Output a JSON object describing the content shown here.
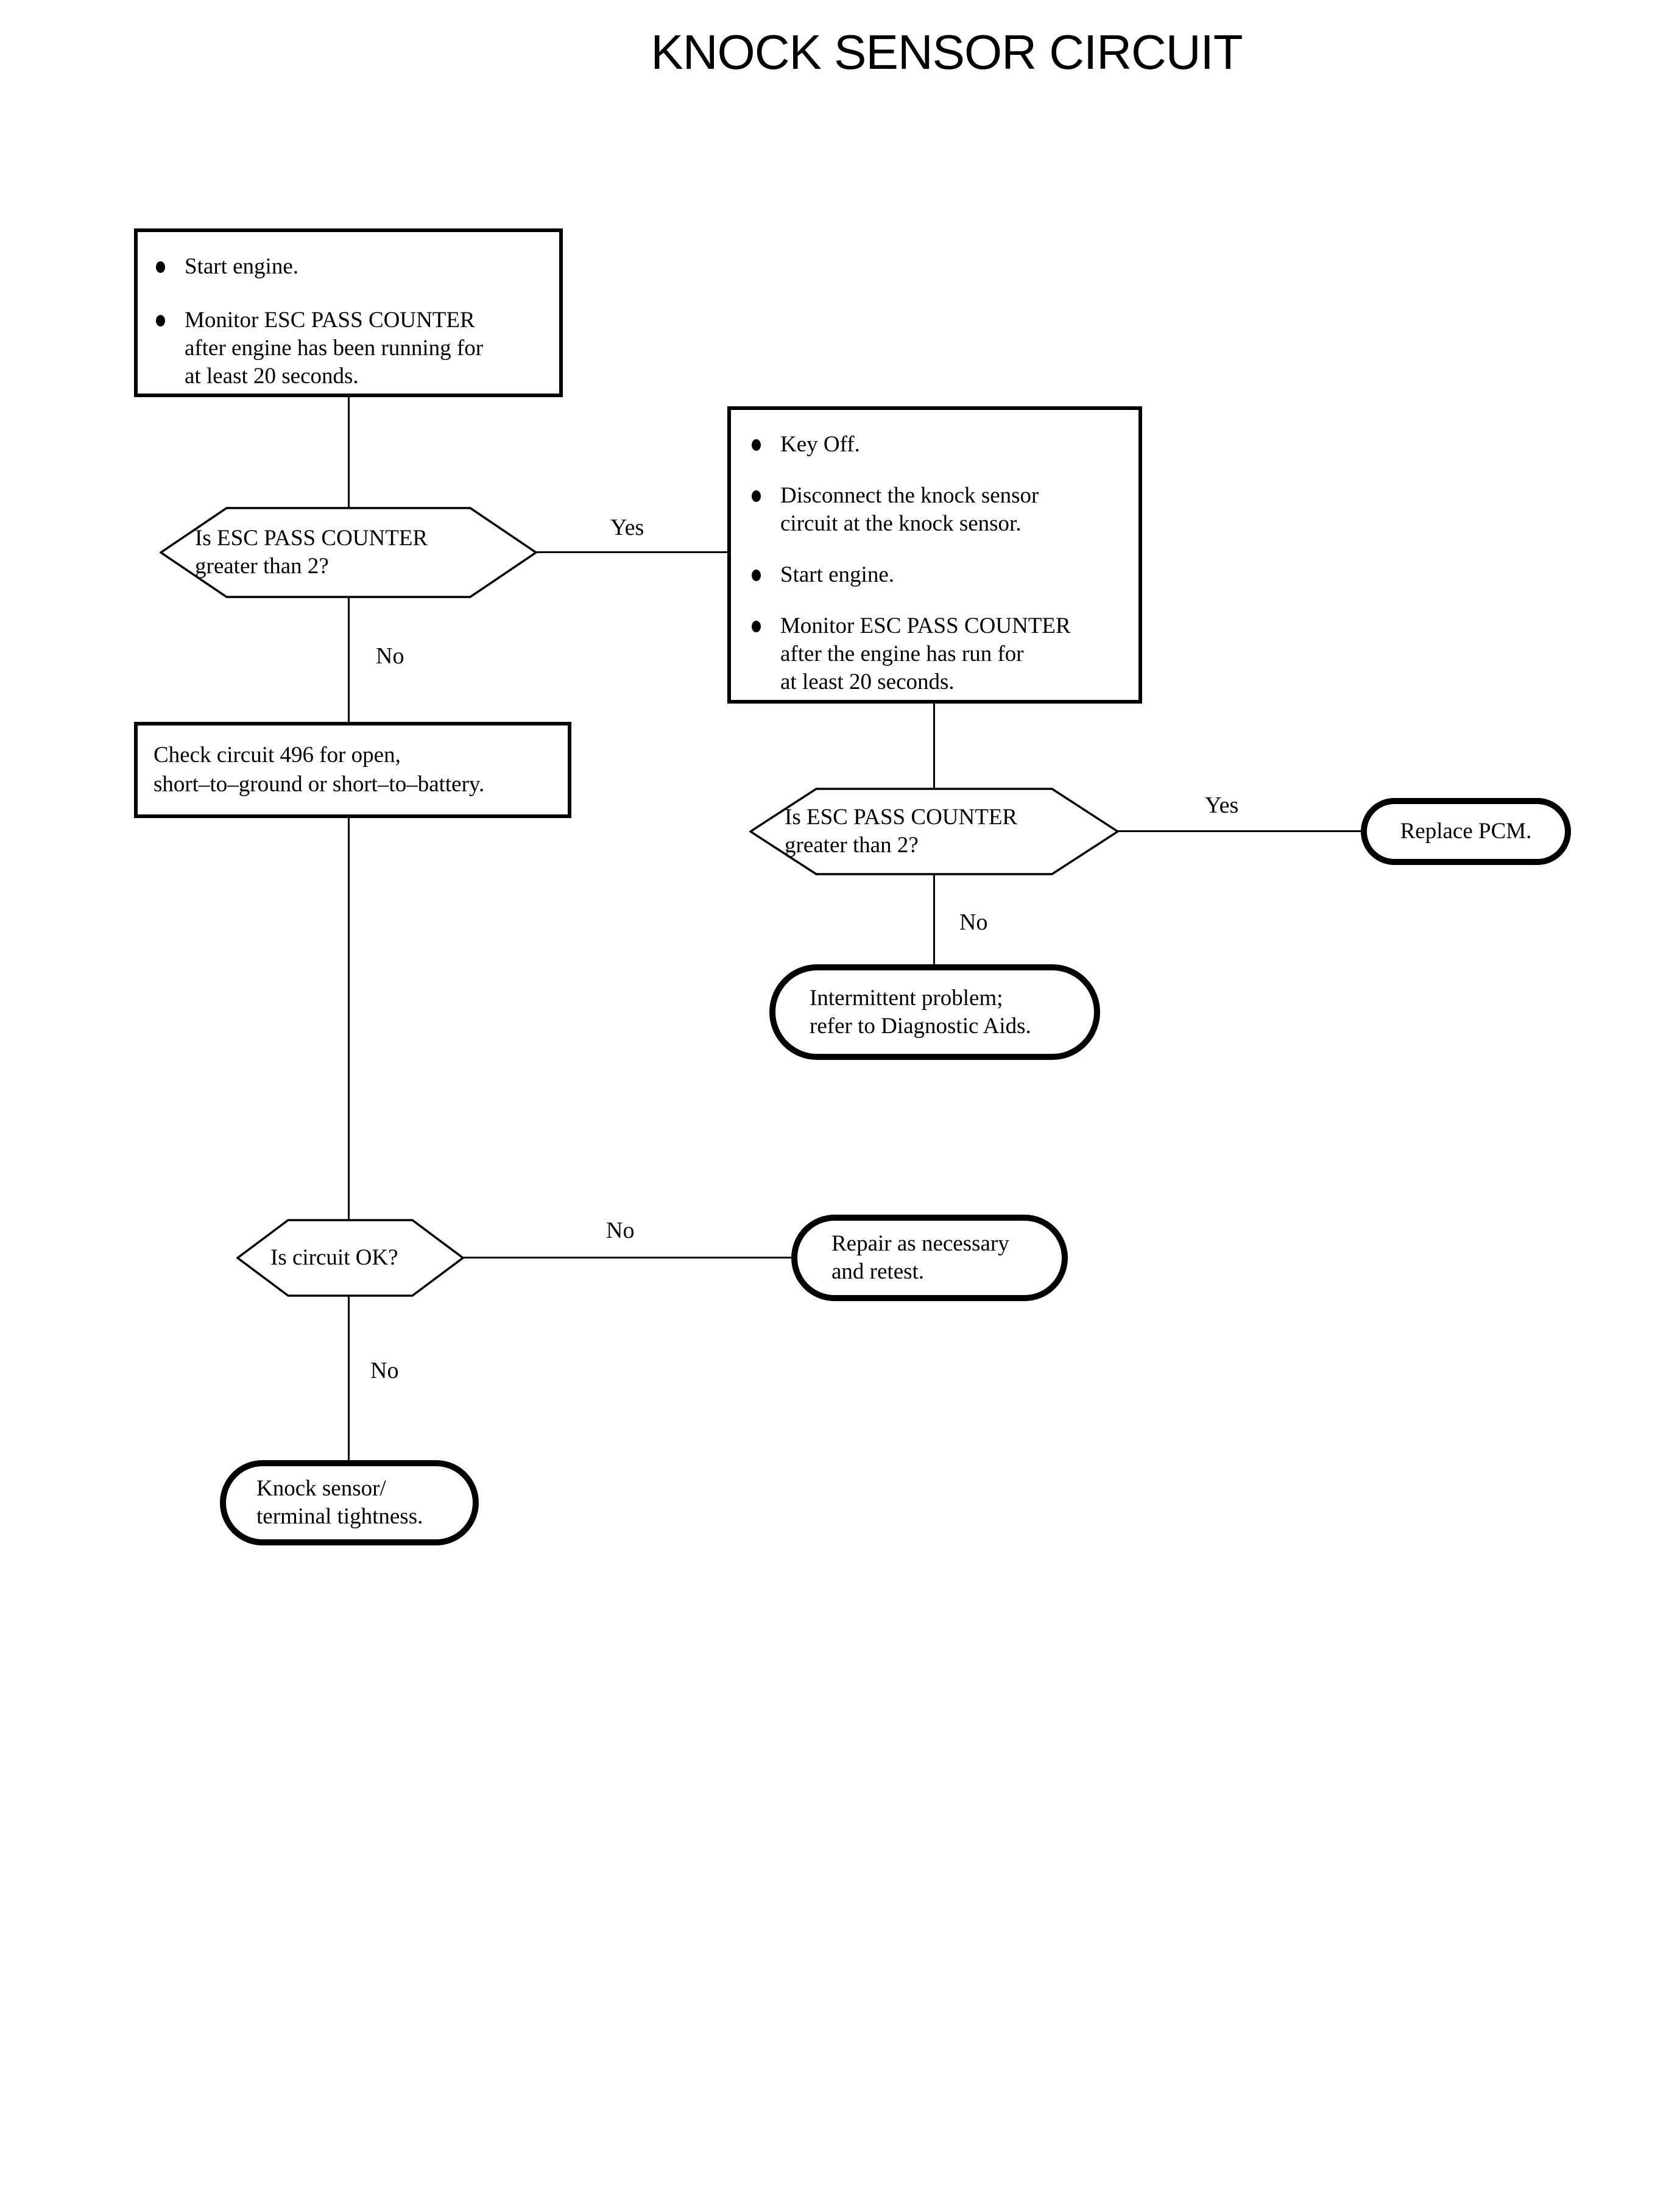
{
  "page": {
    "title": "KNOCK SENSOR CIRCUIT"
  },
  "colors": {
    "ink": "#000000",
    "paper": "#ffffff"
  },
  "nodes": {
    "start_box": {
      "type": "process",
      "items": [
        {
          "lines": [
            "Start engine."
          ]
        },
        {
          "lines": [
            "Monitor ESC PASS COUNTER",
            "after engine has been running for",
            "at least 20 seconds."
          ]
        }
      ]
    },
    "esc_counter_hex_1": {
      "type": "decision",
      "lines": [
        "Is ESC PASS COUNTER",
        "greater than 2?"
      ]
    },
    "key_off_box": {
      "type": "process",
      "items": [
        {
          "lines": [
            "Key Off."
          ]
        },
        {
          "lines": [
            "Disconnect the knock sensor",
            "circuit at the knock sensor."
          ]
        },
        {
          "lines": [
            "Start engine."
          ]
        },
        {
          "lines": [
            "Monitor ESC PASS COUNTER",
            "after the engine has run for",
            "at least 20 seconds."
          ]
        }
      ]
    },
    "check_circuit_box": {
      "type": "process",
      "lines": [
        "Check circuit 496 for open,",
        "short–to–ground or short–to–battery."
      ]
    },
    "esc_counter_hex_2": {
      "type": "decision",
      "lines": [
        "Is ESC PASS COUNTER",
        "greater than 2?"
      ]
    },
    "replace_pcm": {
      "type": "terminator",
      "lines": [
        "Replace PCM."
      ]
    },
    "intermittent": {
      "type": "terminator",
      "lines": [
        "Intermittent problem;",
        "refer to Diagnostic Aids."
      ]
    },
    "circuit_ok_hex": {
      "type": "decision",
      "lines": [
        "Is circuit OK?"
      ]
    },
    "repair": {
      "type": "terminator",
      "lines": [
        "Repair as necessary",
        "and retest."
      ]
    },
    "knock_sensor": {
      "type": "terminator",
      "lines": [
        "Knock sensor/",
        "terminal tightness."
      ]
    }
  },
  "edge_labels": {
    "hex1_yes": "Yes",
    "hex1_no": "No",
    "hex2_yes": "Yes",
    "hex2_no": "No",
    "hex3_no_right": "No",
    "hex3_no_down": "No"
  }
}
